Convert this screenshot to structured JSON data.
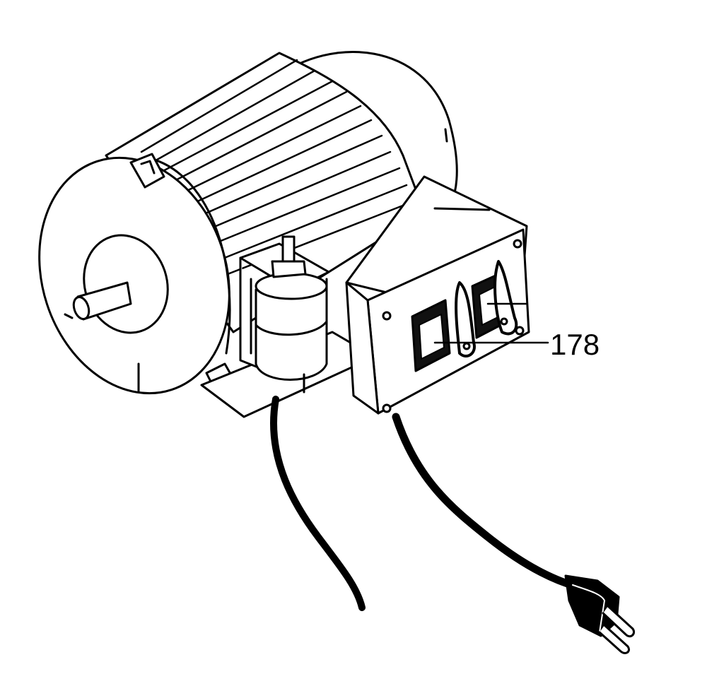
{
  "diagram": {
    "type": "exploded-parts-illustration",
    "subject": "electric motor with capacitor, switch box, and power cord",
    "callouts": [
      {
        "id": "switch-callout",
        "label": "178",
        "points_to": "rocker-switches"
      }
    ],
    "colors": {
      "line": "#000000",
      "fill": "#ffffff"
    }
  }
}
